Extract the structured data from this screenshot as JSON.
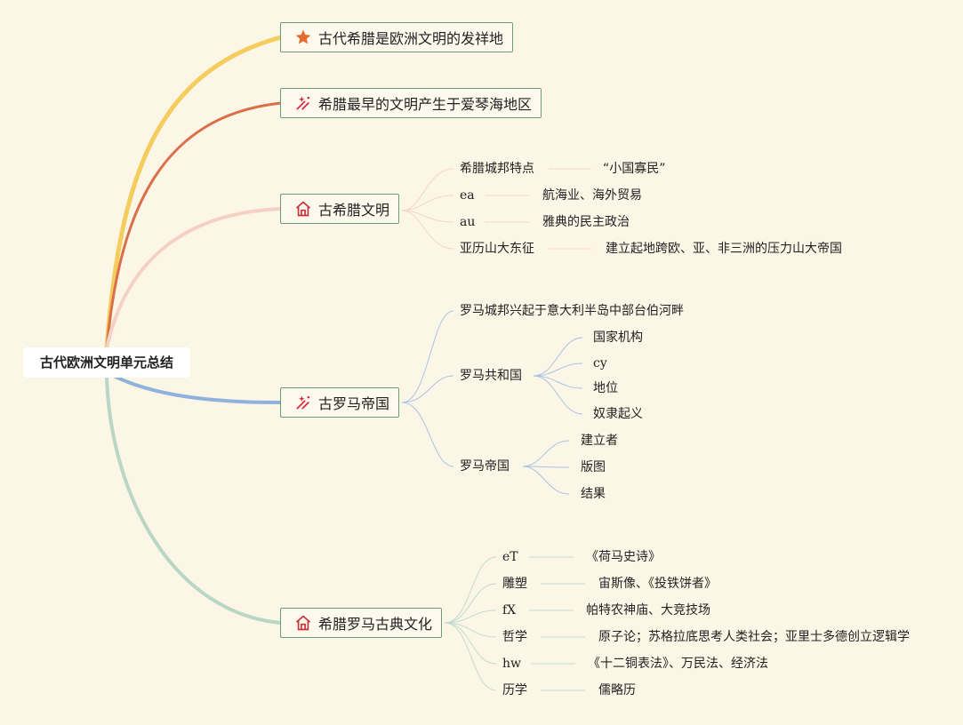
{
  "root": {
    "label": "古代欧洲文明单元总结"
  },
  "branches": {
    "b1": {
      "label": "古代希腊是欧洲文明的发祥地",
      "icon": "star-icon"
    },
    "b2": {
      "label": "希腊最早的文明产生于爱琴海地区",
      "icon": "sparkle-icon"
    },
    "b3": {
      "label": "古希腊文明",
      "icon": "house-icon",
      "children": [
        {
          "label": "希腊城邦特点",
          "detail": "“小国寡民”"
        },
        {
          "label": "ea",
          "detail": "航海业、海外贸易"
        },
        {
          "label": "au",
          "detail": "雅典的民主政治"
        },
        {
          "label": "亚历山大东征",
          "detail": "建立起地跨欧、亚、非三洲的压力山大帝国"
        }
      ]
    },
    "b4": {
      "label": "古罗马帝国",
      "icon": "sparkle-icon",
      "children": [
        {
          "label": "罗马城邦兴起于意大利半岛中部台伯河畔"
        },
        {
          "label": "罗马共和国",
          "children": [
            "国家机构",
            "cy",
            "地位",
            "奴隶起义"
          ]
        },
        {
          "label": "罗马帝国",
          "children": [
            "建立者",
            "版图",
            "结果"
          ]
        }
      ]
    },
    "b5": {
      "label": "希腊罗马古典文化",
      "icon": "house-icon",
      "children": [
        {
          "label": "eT",
          "detail": "《荷马史诗》"
        },
        {
          "label": "雕塑",
          "detail": "宙斯像、《投铁饼者》"
        },
        {
          "label": "fX",
          "detail": "帕特农神庙、大竞技场"
        },
        {
          "label": "哲学",
          "detail": "原子论；苏格拉底思考人类社会；亚里士多德创立逻辑学"
        },
        {
          "label": "hw",
          "detail": "《十二铜表法》、万民法、经济法"
        },
        {
          "label": "历学",
          "detail": "儒略历"
        }
      ]
    }
  },
  "colors": {
    "background": "#fcf6e6",
    "branch1": "#f5cd5e",
    "branch2": "#d9704a",
    "branch3": "#f5d1c5",
    "branch4": "#8eb2dc",
    "branch5": "#b9d6c6",
    "branch_border": "#6f9a7a",
    "star": "#e36b2e",
    "house": "#c8323c",
    "sparkle": "#d4203a",
    "thin_pink": "#f3d6cc",
    "thin_blue": "#a9c3e5",
    "thin_green": "#c3dccf"
  }
}
